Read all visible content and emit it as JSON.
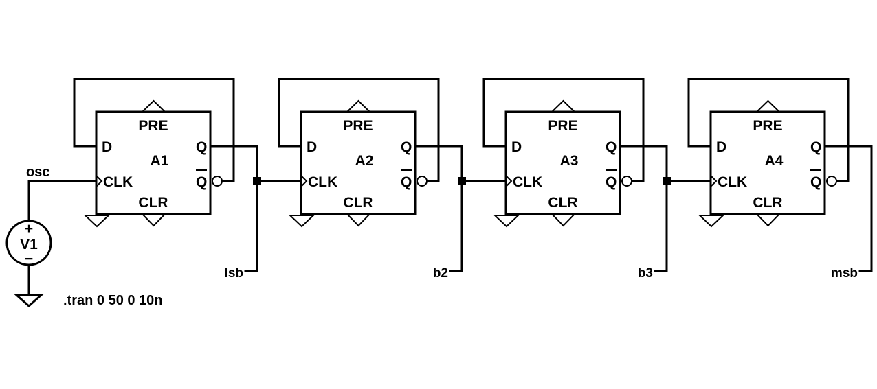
{
  "source": {
    "name": "V1",
    "plus": "+",
    "minus": "−"
  },
  "clock_net": "osc",
  "directive": ".tran 0 50 0 10n",
  "flipflops": [
    {
      "name": "A1",
      "output_net": "lsb"
    },
    {
      "name": "A2",
      "output_net": "b2"
    },
    {
      "name": "A3",
      "output_net": "b3"
    },
    {
      "name": "A4",
      "output_net": "msb"
    }
  ],
  "pin_labels": {
    "d": "D",
    "clk": "CLK",
    "q": "Q",
    "qbar": "Q",
    "pre": "PRE",
    "clr": "CLR"
  }
}
